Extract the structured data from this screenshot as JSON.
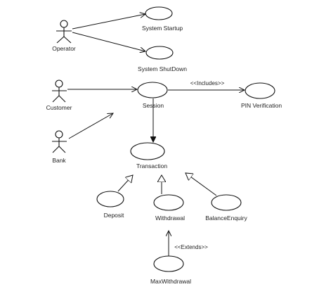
{
  "actors": {
    "operator": "Operator",
    "customer": "Customer",
    "bank": "Bank"
  },
  "use_cases": {
    "system_startup": "System Startup",
    "system_shutdown": "System ShutDown",
    "session": "Session",
    "pin_verification": "PIN Verification",
    "transaction": "Transaction",
    "deposit": "Deposit",
    "withdrawal": "Withdrawal",
    "balance_enquiry": "BalanceEnquiry",
    "max_withdrawal": "MaxWithdrawal"
  },
  "relations": {
    "includes": "<<Includes>>",
    "extends": "<<Extends>>"
  }
}
